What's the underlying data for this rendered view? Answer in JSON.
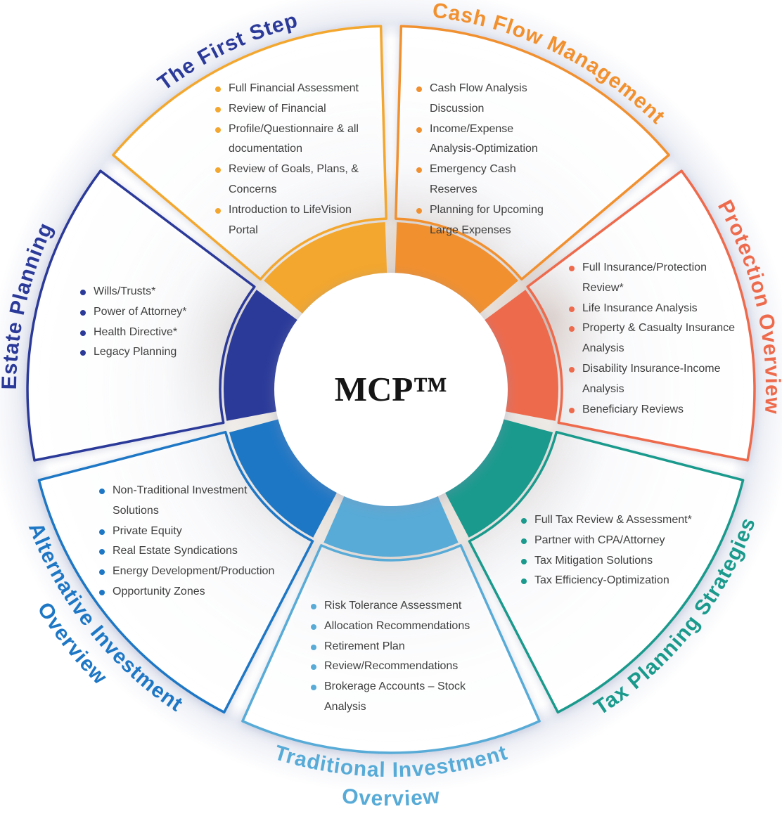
{
  "center": {
    "label": "MCP™"
  },
  "text_color": "#3f3f3f",
  "segments": [
    {
      "id": "the-first-step",
      "title_lines": [
        "The First Step"
      ],
      "color": "#F3A72E",
      "items": [
        "Full Financial Assessment",
        "Review of Financial",
        "Profile/Questionnaire & all documentation",
        "Review of Goals, Plans, & Concerns",
        "Introduction to LifeVision Portal"
      ]
    },
    {
      "id": "cash-flow-management",
      "title_lines": [
        "Cash Flow Management"
      ],
      "color": "#F1902F",
      "items": [
        "Cash Flow Analysis Discussion",
        "Income/Expense Analysis-Optimization",
        "Emergency Cash Reserves",
        "Planning for Upcoming Large Expenses"
      ]
    },
    {
      "id": "protection-overview",
      "title_lines": [
        "Protection Overview"
      ],
      "color": "#EE6A4C",
      "items": [
        "Full Insurance/Protection Review*",
        "Life Insurance Analysis",
        "Property & Casualty Insurance Analysis",
        "Disability Insurance-Income Analysis",
        "Beneficiary Reviews"
      ]
    },
    {
      "id": "tax-planning-strategies",
      "title_lines": [
        "Tax Planning Strategies"
      ],
      "color": "#199A8C",
      "items": [
        "Full Tax Review & Assessment*",
        "Partner with CPA/Attorney",
        "Tax Mitigation Solutions",
        "Tax Efficiency-Optimization"
      ]
    },
    {
      "id": "traditional-investment-overview",
      "title_lines": [
        "Traditional Investment",
        "Overview"
      ],
      "color": "#58ABD7",
      "items": [
        "Risk Tolerance Assessment",
        "Allocation Recommendations",
        "Retirement Plan",
        "Review/Recommendations",
        "Brokerage Accounts – Stock Analysis"
      ]
    },
    {
      "id": "alternative-investment-overview",
      "title_lines": [
        "Alternative Investment",
        "Overview"
      ],
      "color": "#1E77C5",
      "items": [
        "Non-Traditional Investment Solutions",
        "Private Equity",
        "Real Estate Syndications",
        "Energy Development/Production",
        "Opportunity Zones"
      ]
    },
    {
      "id": "estate-planning",
      "title_lines": [
        "Estate Planning"
      ],
      "color": "#2B3A99",
      "items": [
        "Wills/Trusts*",
        "Power of Attorney*",
        "Health Directive*",
        "Legacy Planning"
      ]
    }
  ]
}
